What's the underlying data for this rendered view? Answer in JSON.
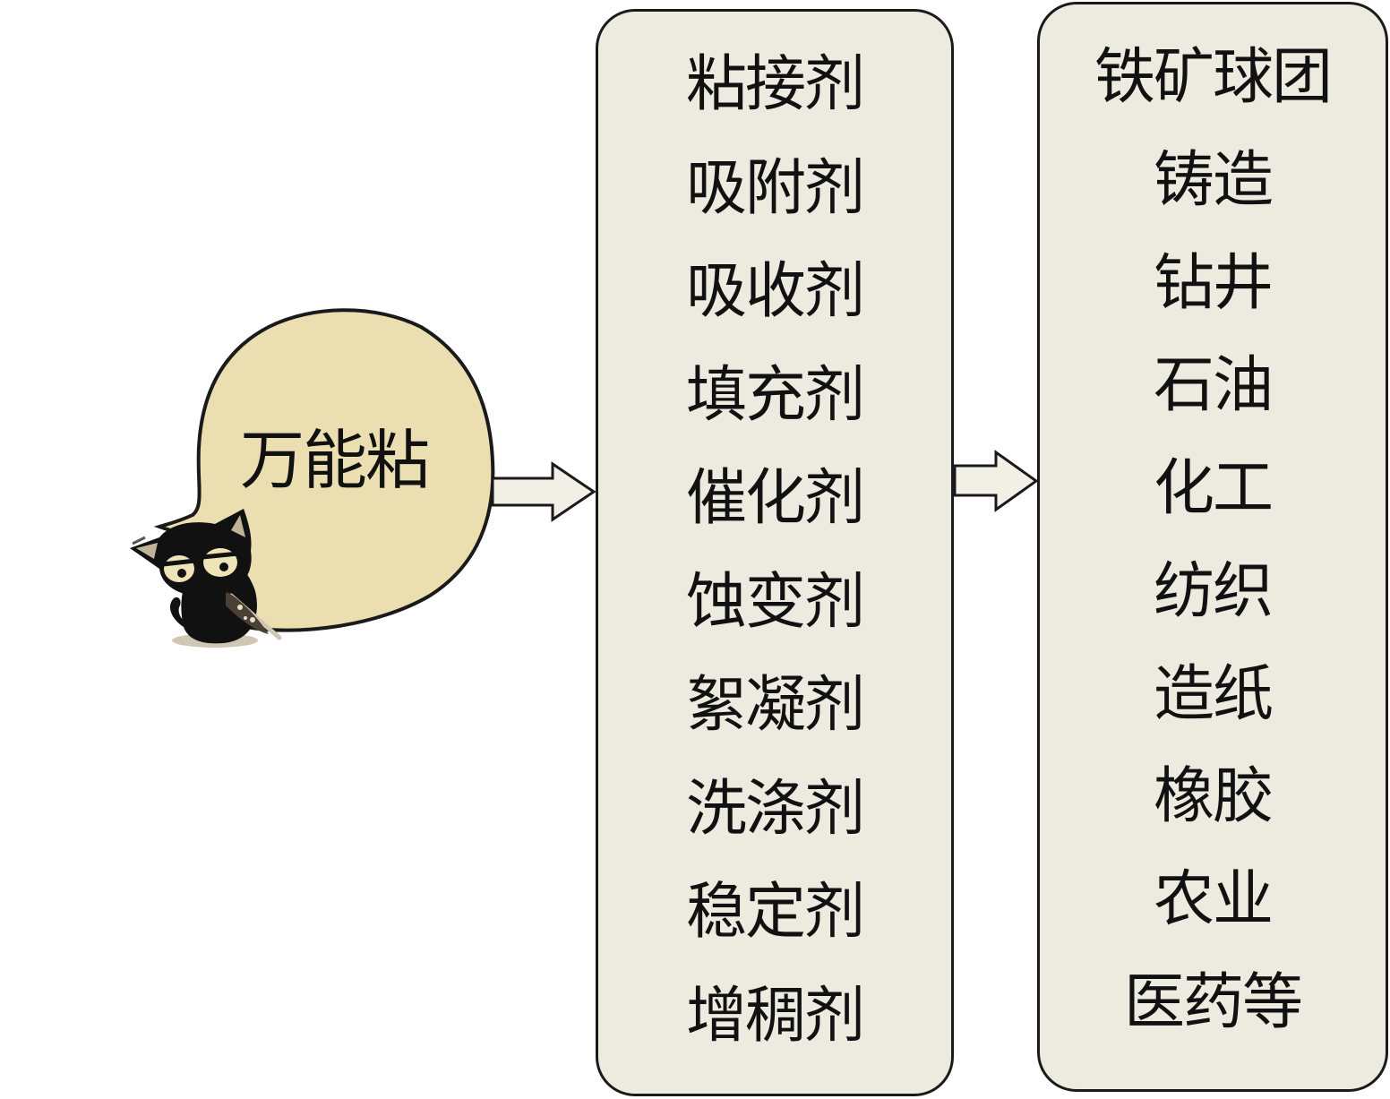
{
  "bubble": {
    "label": "万能粘"
  },
  "uses": [
    "粘接剂",
    "吸附剂",
    "吸收剂",
    "填充剂",
    "催化剂",
    "蚀变剂",
    "絮凝剂",
    "洗涤剂",
    "稳定剂",
    "增稠剂"
  ],
  "fields": [
    "铁矿球团",
    "铸造",
    "钻井",
    "石油",
    "化工",
    "纺织",
    "造纸",
    "橡胶",
    "农业",
    "医药等"
  ],
  "icons": {
    "mascot": "black-cat-icon",
    "arrow1": "right-arrow-icon",
    "arrow2": "right-arrow-icon"
  },
  "colors": {
    "bubble_fill": "#ebdfb2",
    "box_fill": "#edeae0",
    "outline": "#1a1a1a",
    "arrow_fill": "#f2f0e6"
  }
}
